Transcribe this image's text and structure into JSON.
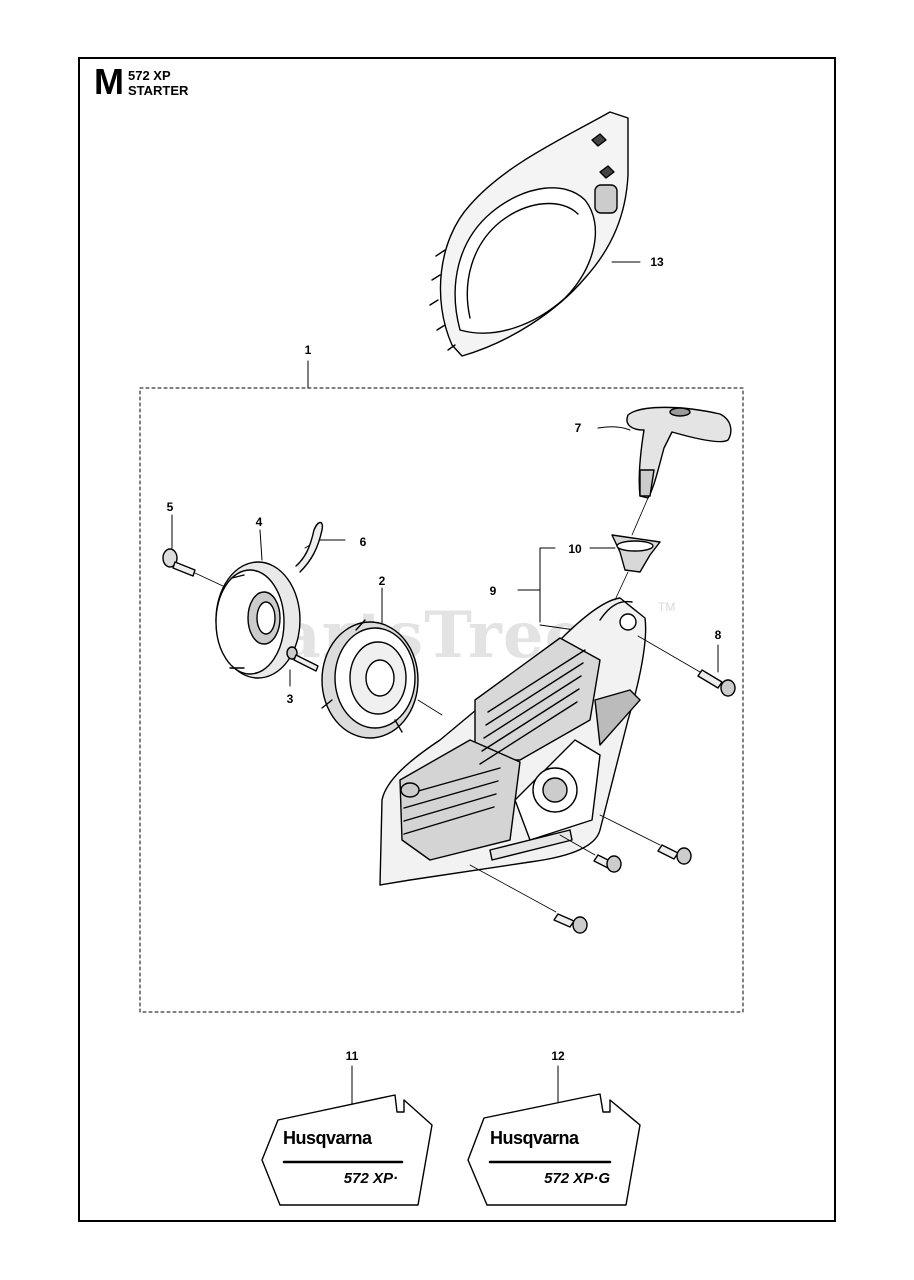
{
  "header": {
    "section_letter": "M",
    "model": "572 XP",
    "section_name": "STARTER"
  },
  "watermark": {
    "text": "PartsTree",
    "tm": "TM"
  },
  "callouts": {
    "c1": "1",
    "c2": "2",
    "c3": "3",
    "c4": "4",
    "c5": "5",
    "c6": "6",
    "c7": "7",
    "c8": "8",
    "c9": "9",
    "c10": "10",
    "c11": "11",
    "c12": "12",
    "c13": "13"
  },
  "decals": {
    "left": {
      "brand": "Husqvarna",
      "model": "572 XP·"
    },
    "right": {
      "brand": "Husqvarna",
      "model": "572 XP·G"
    }
  }
}
